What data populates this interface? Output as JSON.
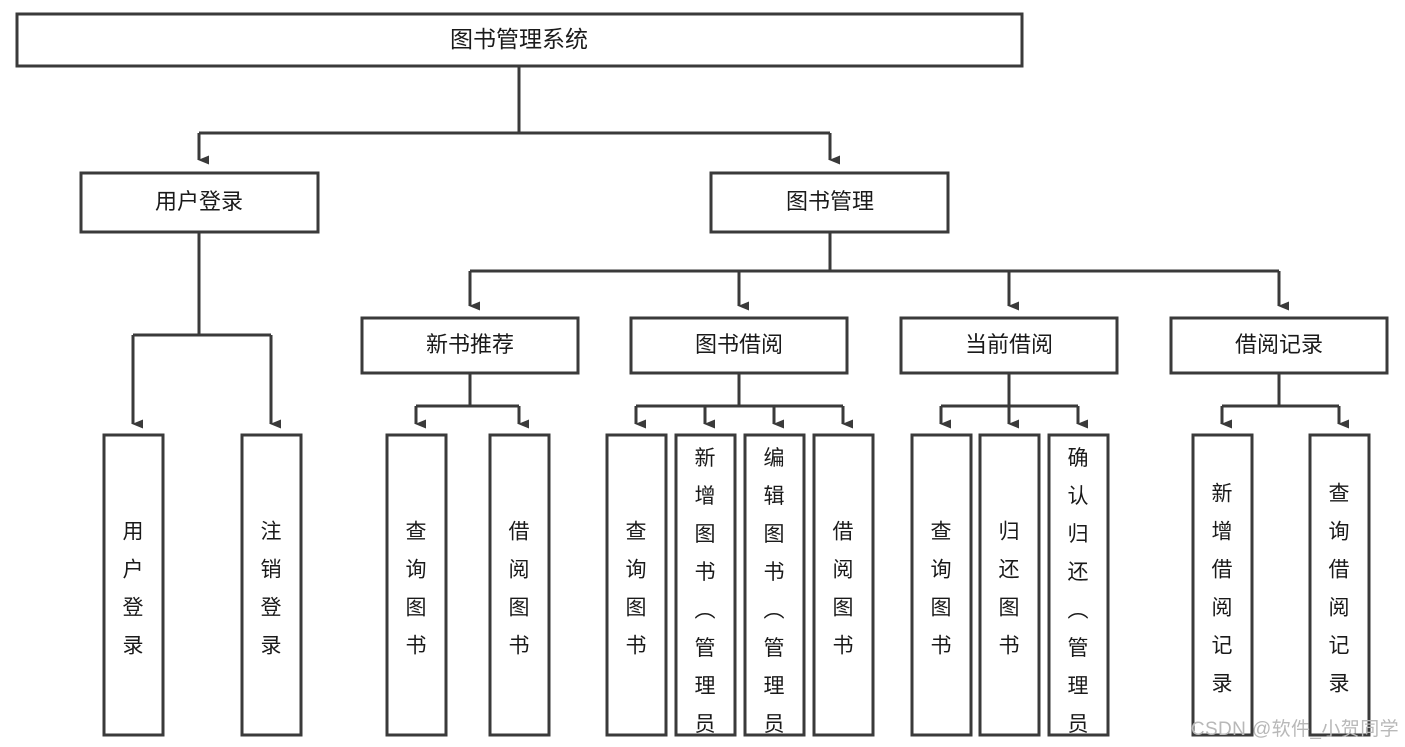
{
  "diagram": {
    "title": "图书管理系统",
    "type": "tree-hierarchy",
    "orientation": "top-down",
    "colors": {
      "stroke": "#3a3a3a",
      "fill": "#ffffff",
      "text": "#1a1a1a",
      "watermark": "#b8b8b8"
    },
    "root": {
      "label": "图书管理系统"
    },
    "level2": [
      {
        "label": "用户登录"
      },
      {
        "label": "图书管理"
      }
    ],
    "level3": [
      {
        "label": "新书推荐"
      },
      {
        "label": "图书借阅"
      },
      {
        "label": "当前借阅"
      },
      {
        "label": "借阅记录"
      }
    ],
    "leaves": {
      "user_login": [
        {
          "label": "用户登录"
        },
        {
          "label": "注销登录"
        }
      ],
      "new_book_recommend": [
        {
          "label": "查询图书"
        },
        {
          "label": "借阅图书"
        }
      ],
      "book_borrow": [
        {
          "label": "查询图书"
        },
        {
          "label": "新增图书（管理员）"
        },
        {
          "label": "编辑图书（管理员）"
        },
        {
          "label": "借阅图书"
        }
      ],
      "current_borrow": [
        {
          "label": "查询图书"
        },
        {
          "label": "归还图书"
        },
        {
          "label": "确认归还（管理员）"
        }
      ],
      "borrow_record": [
        {
          "label": "新增借阅记录"
        },
        {
          "label": "查询借阅记录"
        }
      ]
    }
  },
  "watermark": {
    "text": "CSDN @软件_小贺同学"
  }
}
